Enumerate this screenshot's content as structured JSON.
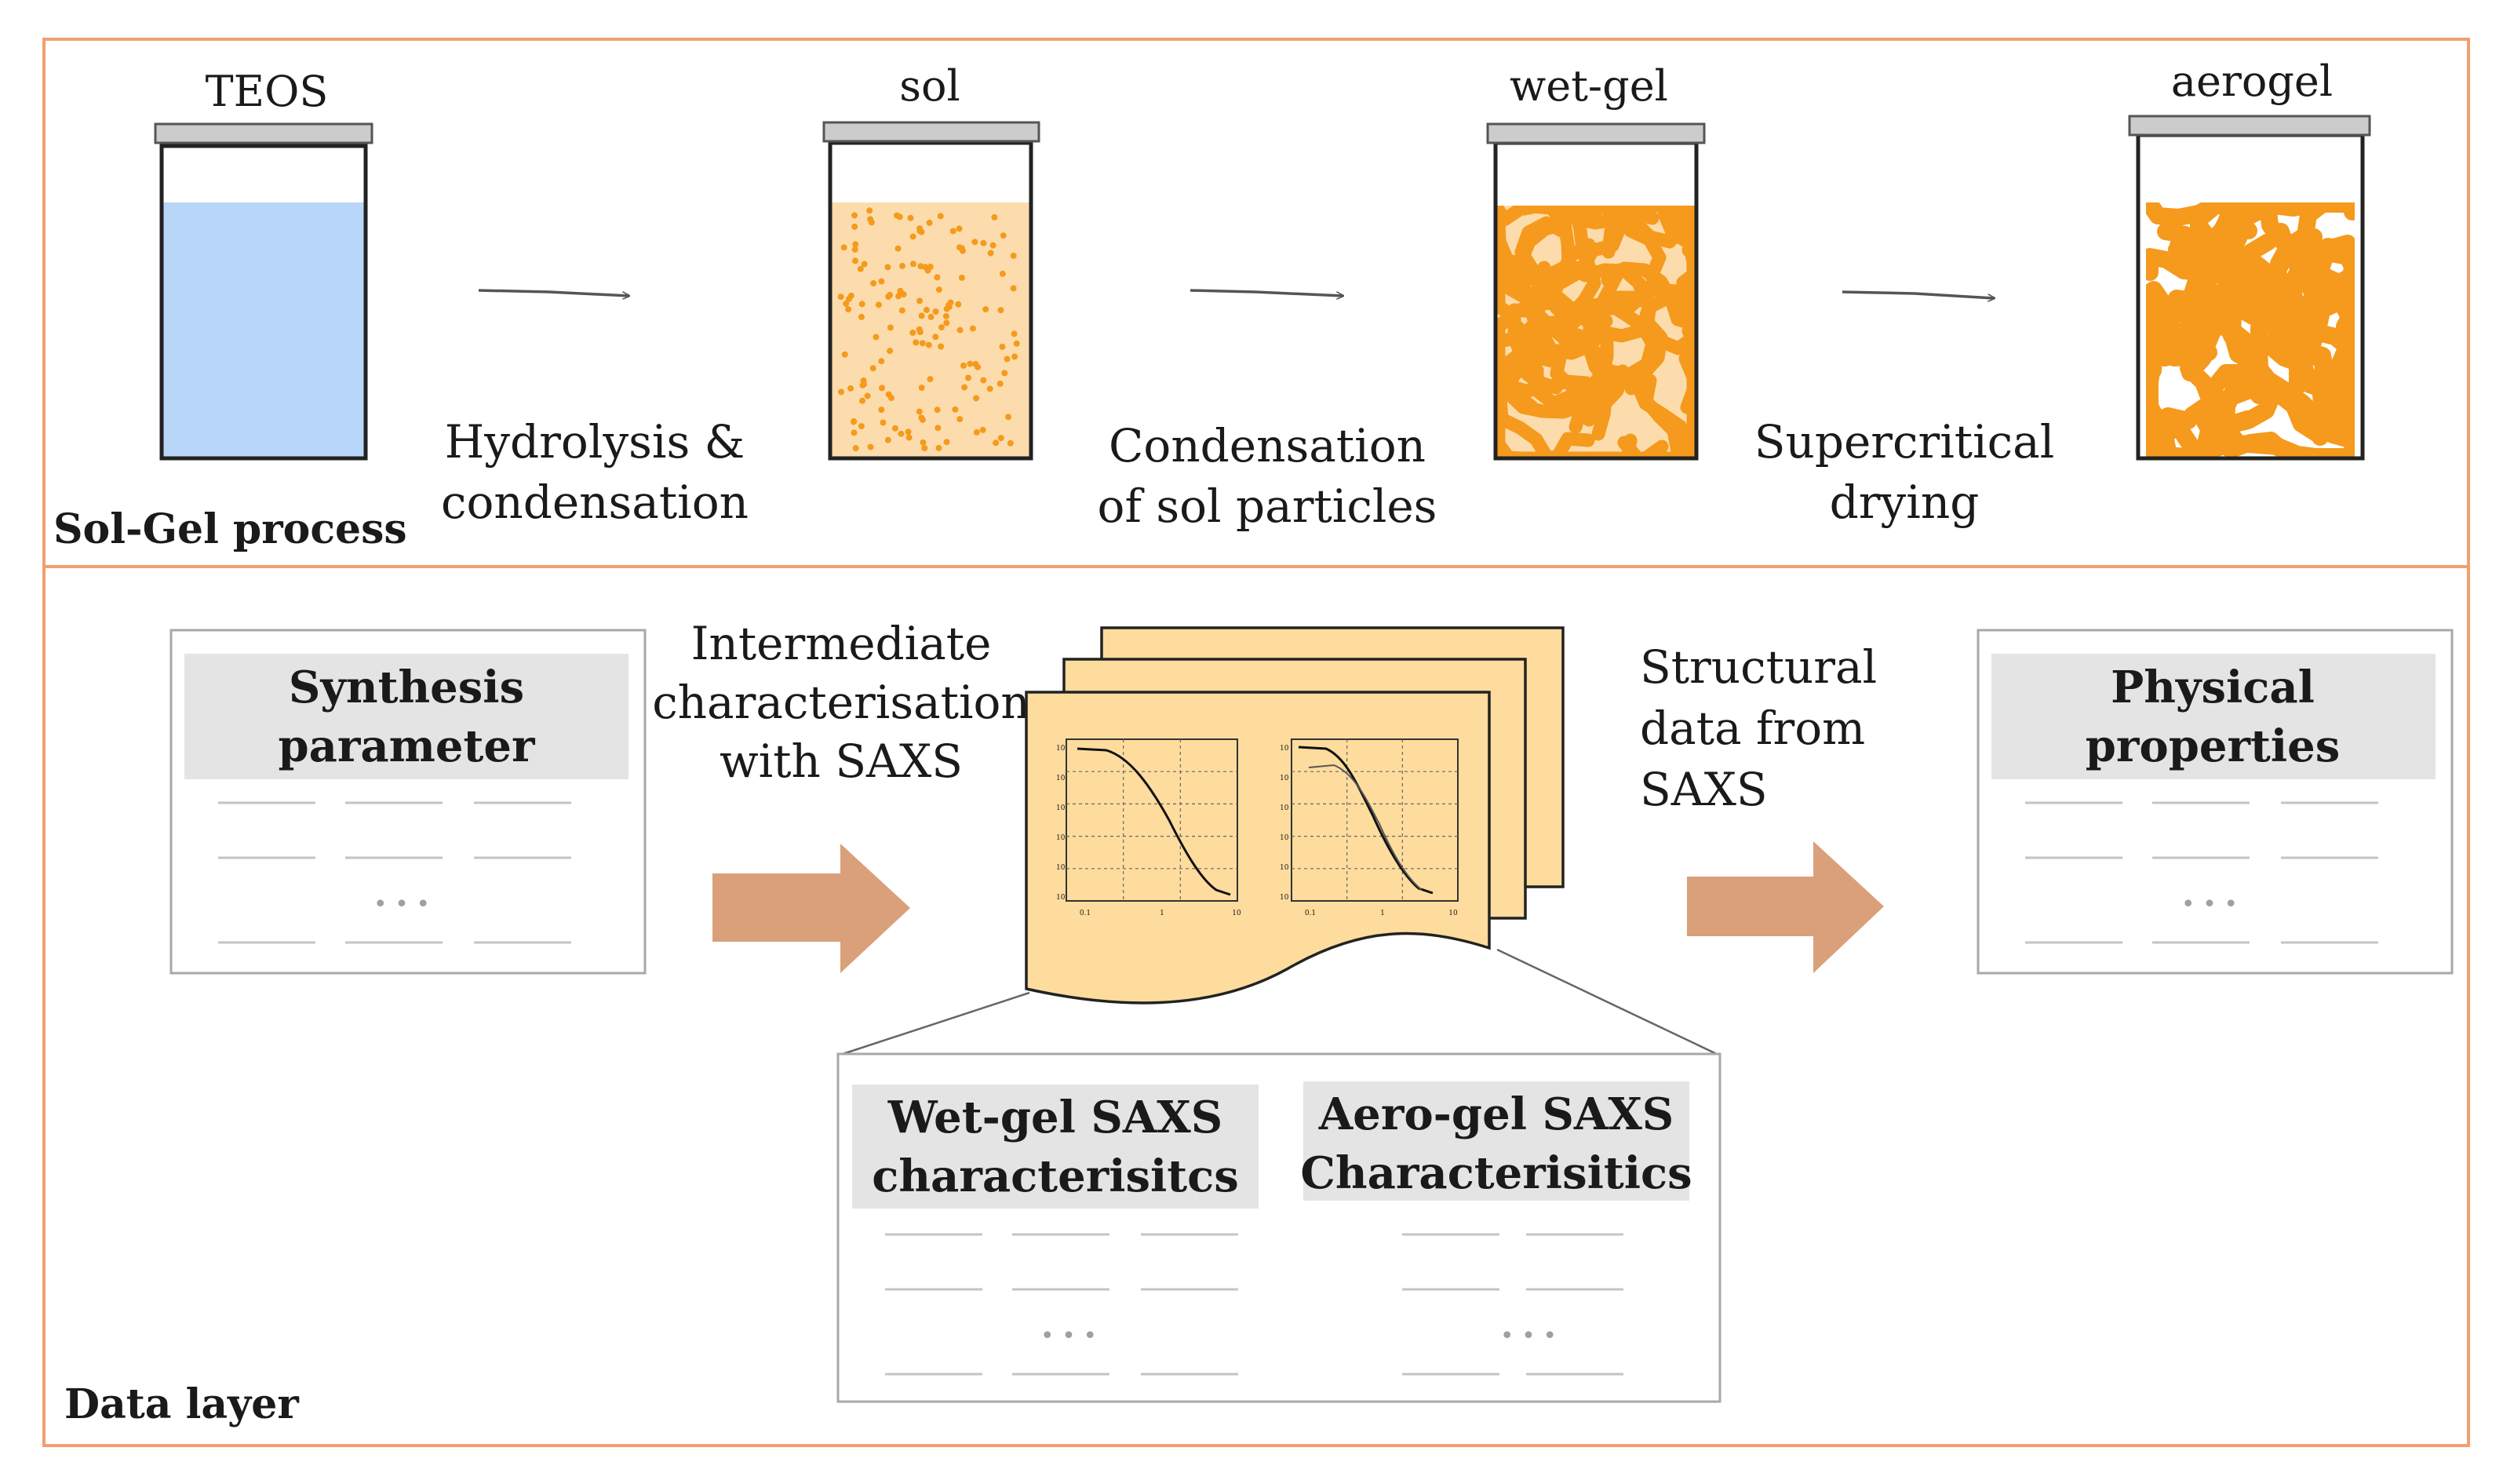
{
  "colors": {
    "frame_border": "#f0a070",
    "teos_liquid": "#b8d6f7",
    "sol_liquid": "#fcdcac",
    "particle": "#f59a1c",
    "network": "#f59a1c",
    "header_fill": "#e4e4e4",
    "panel_border": "#a8a8a8",
    "placeholder_line": "#c4c4c4",
    "block_arrow": "#d9a07a",
    "saxs_page": "#fddc9e",
    "jar_lid": "#cccccc",
    "jar_stroke": "#222222"
  },
  "top_section": {
    "label": "Sol-Gel process",
    "stages": [
      {
        "label": "TEOS"
      },
      {
        "label": "sol"
      },
      {
        "label": "wet-gel"
      },
      {
        "label": "aerogel"
      }
    ],
    "steps": [
      {
        "line1": "Hydrolysis &",
        "line2": "condensation"
      },
      {
        "line1": "Condensation",
        "line2": "of sol particles"
      },
      {
        "line1": "Supercritical",
        "line2": "drying"
      }
    ]
  },
  "bottom_section": {
    "label": "Data layer",
    "synthesis_box": {
      "line1": "Synthesis",
      "line2": "parameter",
      "ellipsis": "• • •"
    },
    "physical_box": {
      "line1": "Physical",
      "line2": "properties",
      "ellipsis": "• • •"
    },
    "intermediate_text": {
      "line1": "Intermediate",
      "line2": "characterisation",
      "line3": "with SAXS"
    },
    "structural_text": {
      "line1": "Structural",
      "line2": "data from",
      "line3": "SAXS"
    },
    "saxs_plots": {
      "left_y_ticks": [
        "10",
        "10",
        "10",
        "10",
        "10",
        "10"
      ],
      "left_x_ticks": [
        "0.1",
        "1",
        "10"
      ],
      "right_y_ticks": [
        "10",
        "10",
        "10",
        "10",
        "10",
        "10"
      ],
      "right_x_ticks": [
        "0.1",
        "1",
        "10"
      ]
    },
    "wetgel_box": {
      "line1": "Wet-gel SAXS",
      "line2": "characterisitcs",
      "ellipsis": "• • •"
    },
    "aerogel_box": {
      "line1": "Aero-gel SAXS",
      "line2": "Characterisitics",
      "ellipsis": "• • •"
    }
  }
}
